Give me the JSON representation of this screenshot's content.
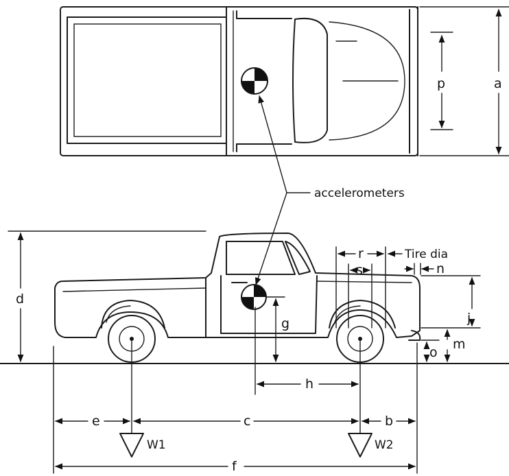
{
  "labels": {
    "p": "p",
    "a": "a",
    "accelerometers": "accelerometers",
    "r": "r",
    "tire_dia": "Tire  dia",
    "s": "s",
    "n": "n",
    "d": "d",
    "g": "g",
    "j": "j",
    "m": "m",
    "o": "o",
    "h": "h",
    "e": "e",
    "c": "c",
    "b": "b",
    "w1": "W1",
    "w2": "W2",
    "f": "f"
  },
  "colors": {
    "line": "#1a1a1a",
    "background": "#ffffff"
  }
}
